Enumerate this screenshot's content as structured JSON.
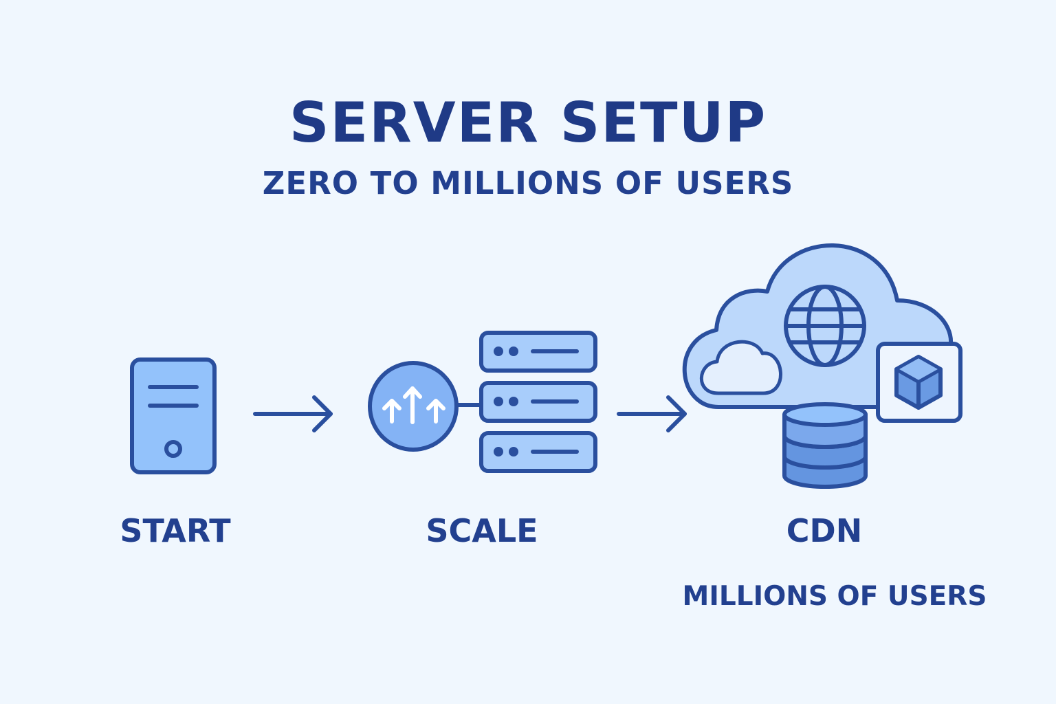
{
  "title": "SERVER SETUP",
  "subtitle": "ZERO TO MILLIONS OF USERS",
  "stages": [
    {
      "label": "START",
      "icon": "server-tower-icon"
    },
    {
      "label": "SCALE",
      "icon": "load-balancer-server-rack-icon"
    },
    {
      "label": "CDN",
      "icon": "cloud-globe-database-icon",
      "caption": "MILLIONS OF USERS"
    }
  ],
  "colors": {
    "background": "#f0f7fe",
    "text": "#1f3a86",
    "stroke": "#2a4f9e",
    "fill_light": "#93c2fb",
    "fill_cloud": "#bcd8fb",
    "fill_db": "#6495e0"
  }
}
